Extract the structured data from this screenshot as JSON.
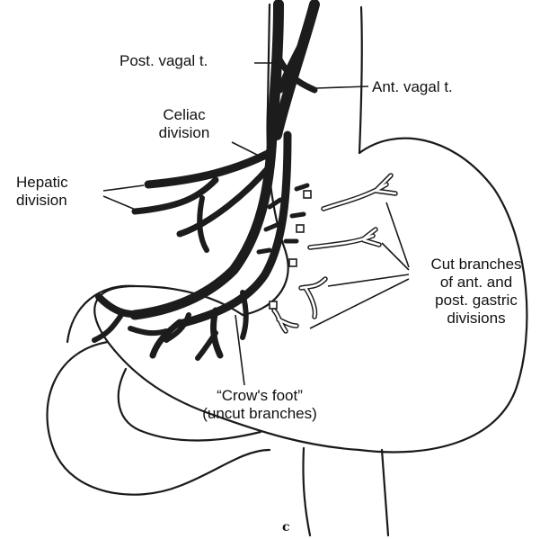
{
  "labels": {
    "post_vagal": "Post. vagal t.",
    "ant_vagal": "Ant. vagal t.",
    "celiac_1": "Celiac",
    "celiac_2": "division",
    "hepatic_1": "Hepatic",
    "hepatic_2": "division",
    "cut_1": "Cut branches",
    "cut_2": "of ant. and",
    "cut_3": "post. gastric",
    "cut_4": "divisions",
    "crows_1": "“Crow's foot”",
    "crows_2": "(uncut branches)"
  },
  "figure_label": "c",
  "colors": {
    "ink": "#1c1c1c",
    "background": "#ffffff"
  }
}
